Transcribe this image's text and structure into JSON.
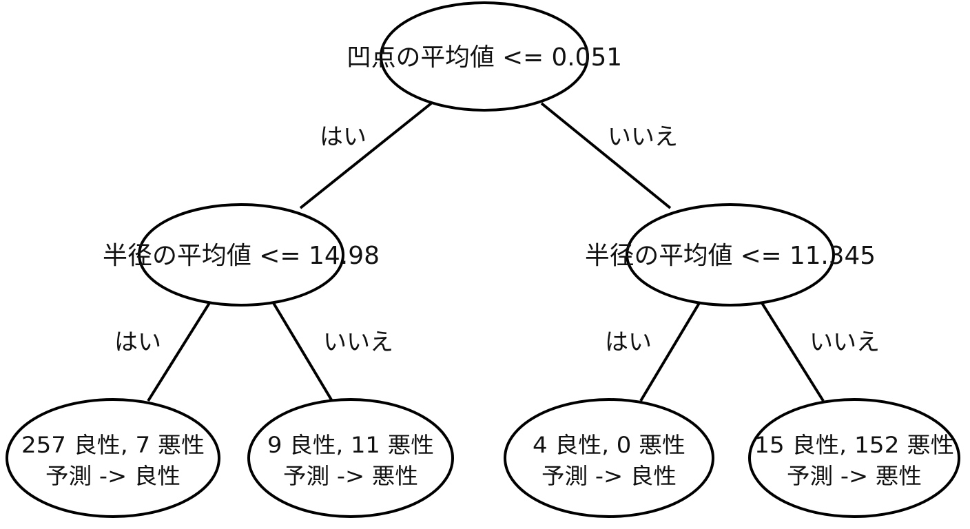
{
  "tree": {
    "root": {
      "label": "凹点の平均値 <= 0.051",
      "yes_label": "はい",
      "no_label": "いいえ"
    },
    "left": {
      "label": "半径の平均値 <= 14.98",
      "yes_label": "はい",
      "no_label": "いいえ"
    },
    "right": {
      "label": "半径の平均値 <= 11.345",
      "yes_label": "はい",
      "no_label": "いいえ"
    },
    "leaves": [
      {
        "counts": "257 良性, 7 悪性",
        "prediction": "予測 -> 良性"
      },
      {
        "counts": "9 良性, 11 悪性",
        "prediction": "予測 -> 悪性"
      },
      {
        "counts": "4 良性, 0 悪性",
        "prediction": "予測 -> 良性"
      },
      {
        "counts": "15 良性, 152 悪性",
        "prediction": "予測 -> 悪性"
      }
    ]
  }
}
